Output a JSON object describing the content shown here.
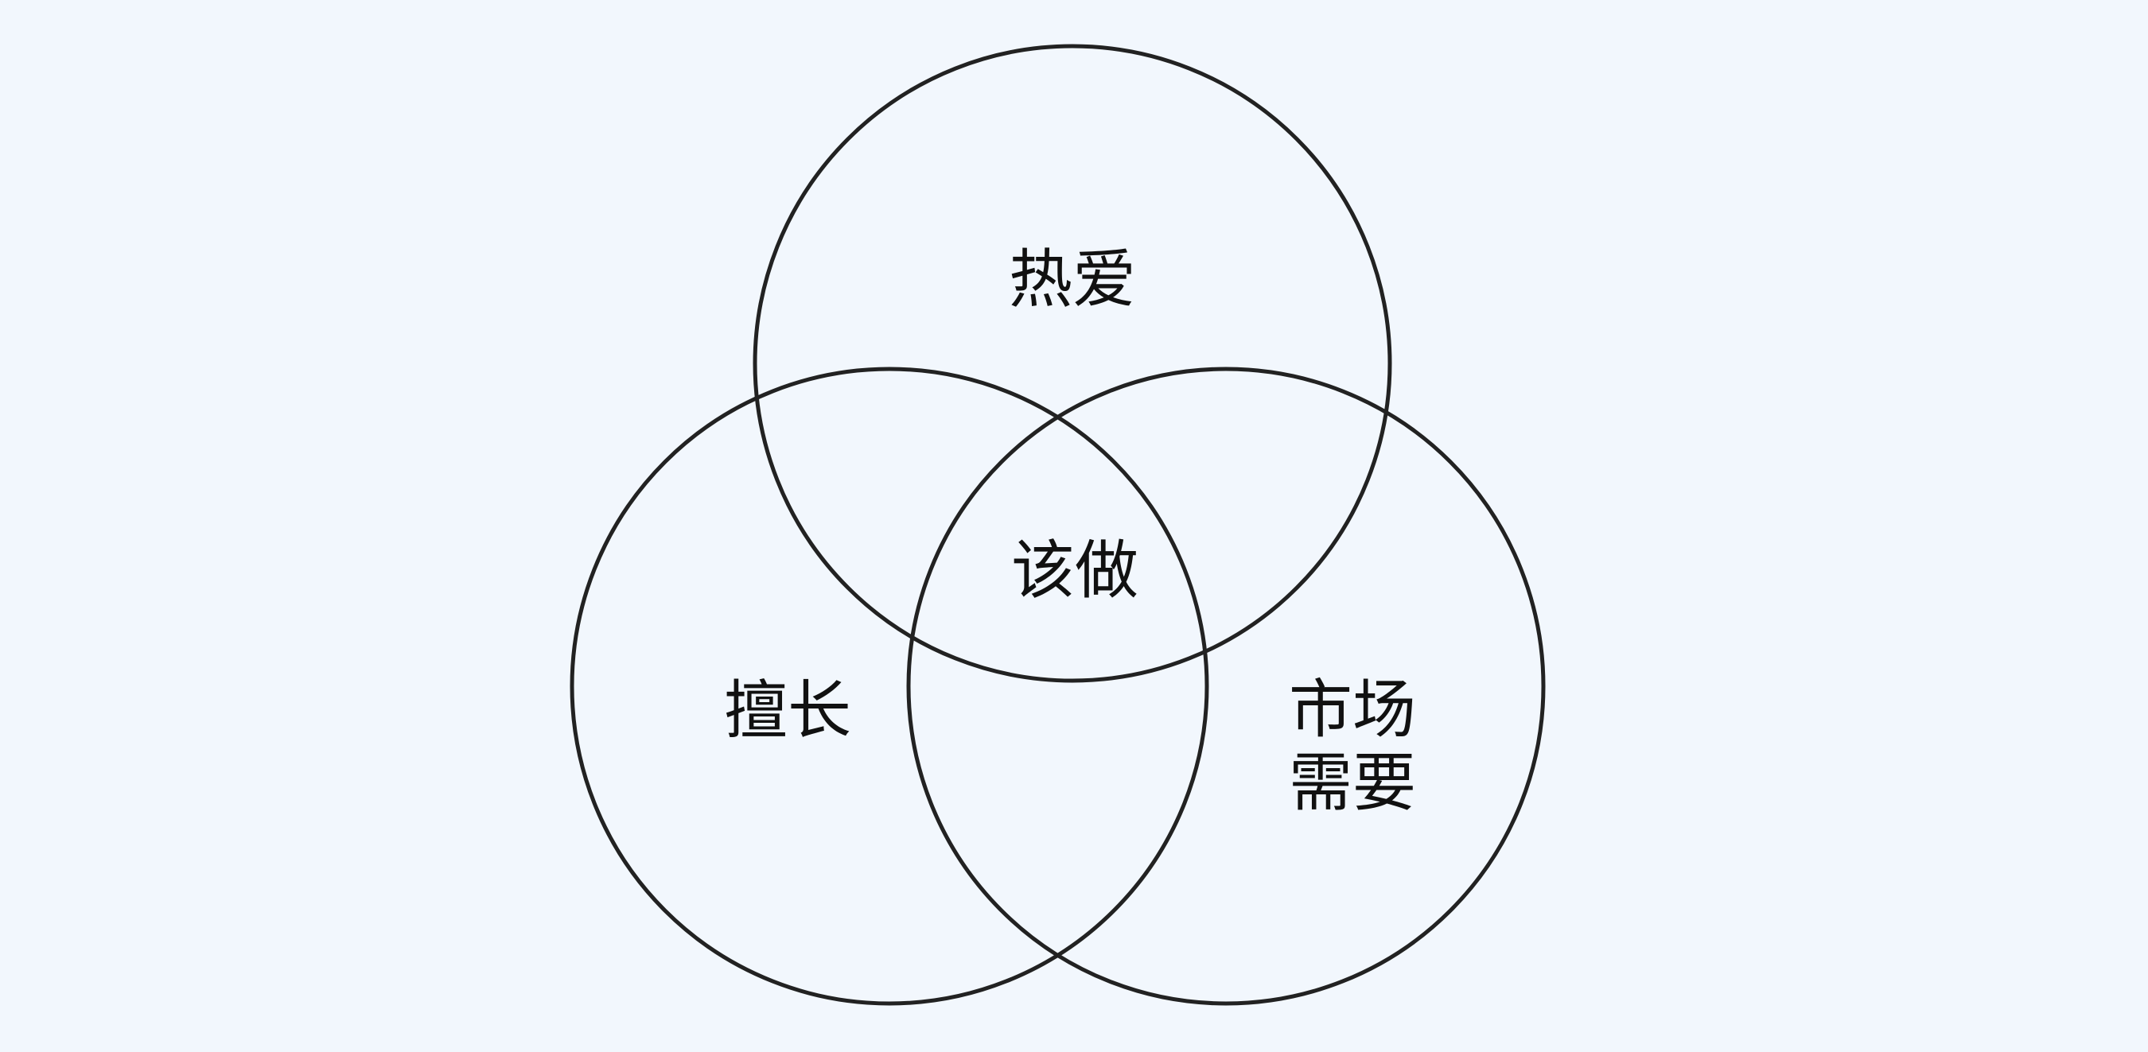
{
  "diagram": {
    "type": "venn",
    "sets": [
      {
        "id": "love",
        "label": "热爱"
      },
      {
        "id": "skill",
        "label": "擅长"
      },
      {
        "id": "market",
        "label": "市场需要"
      }
    ],
    "intersection_label": "该做",
    "stroke_color": "#222222",
    "background_color": "#f2f7fd"
  }
}
